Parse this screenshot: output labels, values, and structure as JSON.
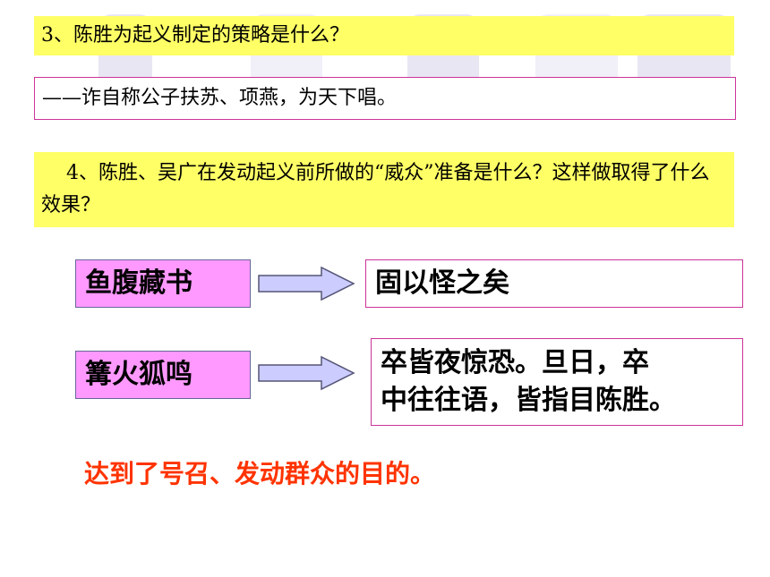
{
  "question3": "3、陈胜为起义制定的策略是什么？",
  "answer3": "——诈自称公子扶苏、项燕，为天下唱。",
  "question4": "4、陈胜、吴广在发动起义前所做的“威众”准备是什么？这样做取得了什么效果？",
  "items": [
    {
      "term": "鱼腹藏书",
      "result": "固以怪之矣"
    },
    {
      "term": "篝火狐鸣",
      "result_line1": "卒皆夜惊恐。旦日，卒",
      "result_line2": "中往往语，皆指目陈胜。"
    }
  ],
  "conclusion": "达到了号召、发动群众的目的。",
  "colors": {
    "question_bg": "#ffff66",
    "term_bg": "#ff99ff",
    "box_border": "#cc3399",
    "arrow_fill": "#ccccff",
    "conclusion_text": "#ff3300"
  }
}
